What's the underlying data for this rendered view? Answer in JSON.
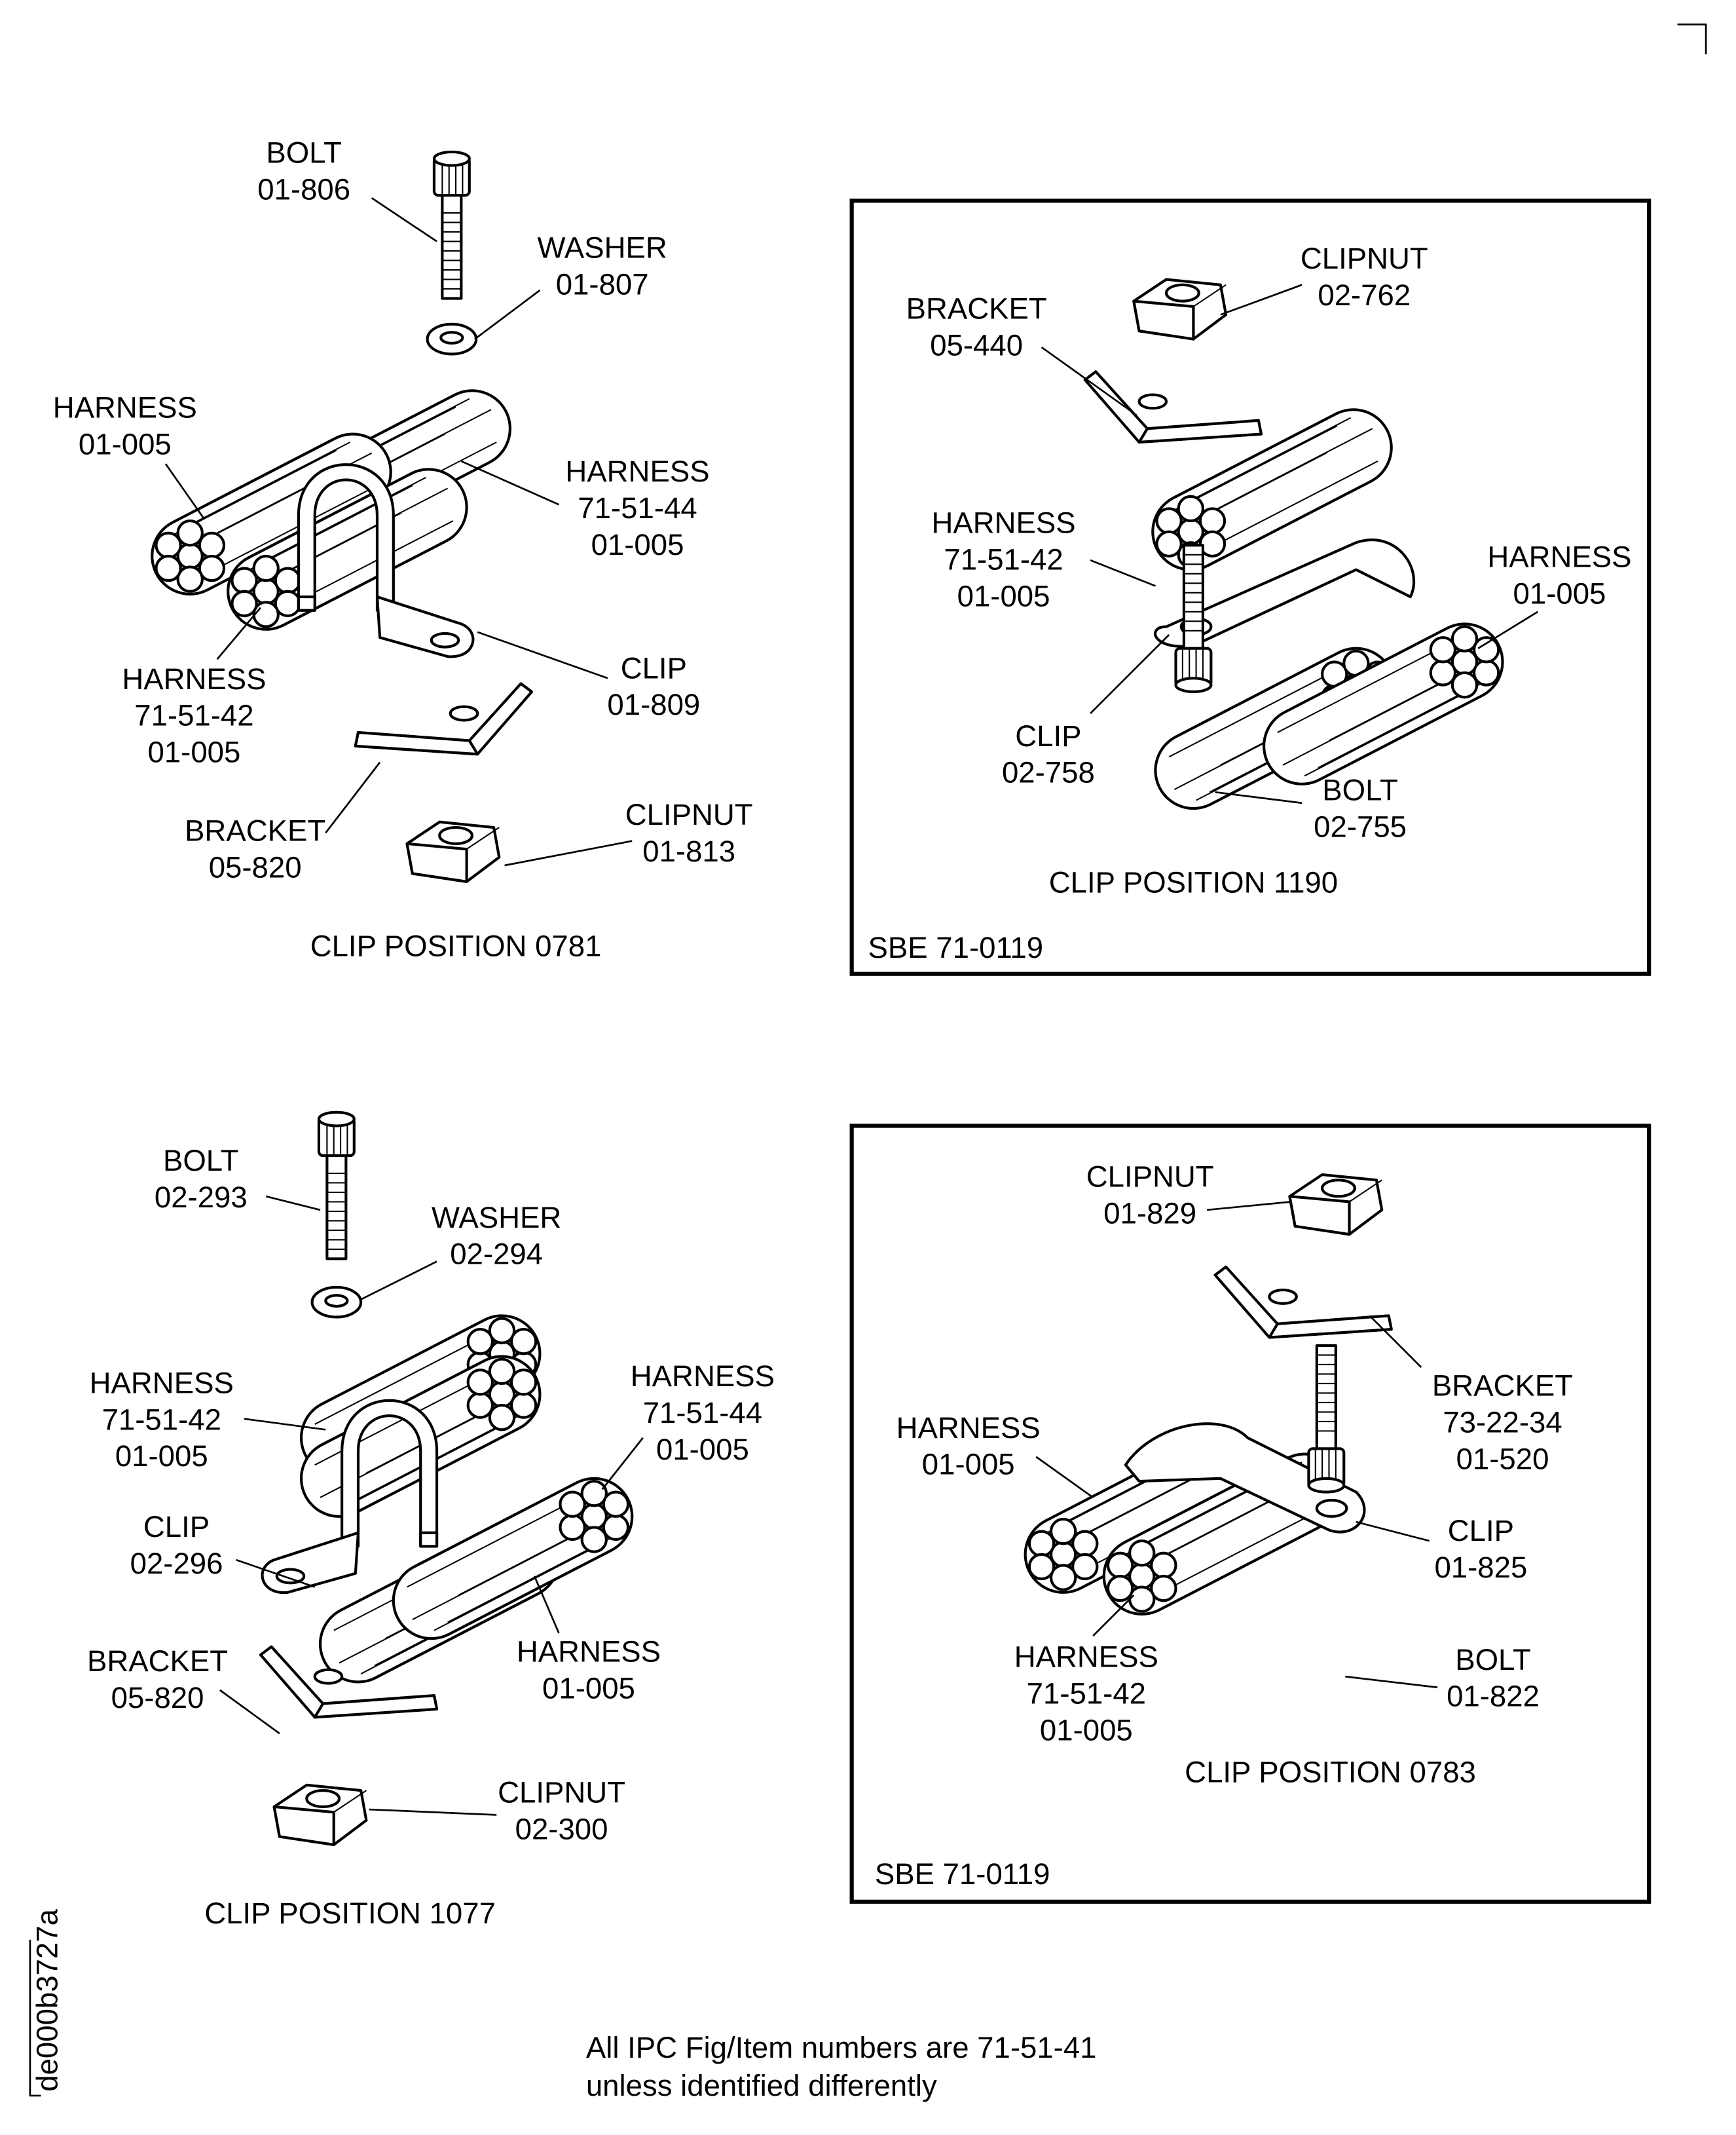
{
  "panels": [
    {
      "caption": "CLIP POSITION 0781",
      "labels": {
        "bolt": [
          "BOLT",
          "01-806"
        ],
        "washer": [
          "WASHER",
          "01-807"
        ],
        "harness_a": [
          "HARNESS",
          "01-005"
        ],
        "harness_b": [
          "HARNESS",
          "71-51-44",
          "01-005"
        ],
        "harness_c": [
          "HARNESS",
          "71-51-42",
          "01-005"
        ],
        "clip": [
          "CLIP",
          "01-809"
        ],
        "bracket": [
          "BRACKET",
          "05-820"
        ],
        "clipnut": [
          "CLIPNUT",
          "01-813"
        ]
      }
    },
    {
      "caption": "CLIP POSITION 1190",
      "sbe": "SBE 71-0119",
      "labels": {
        "clipnut": [
          "CLIPNUT",
          "02-762"
        ],
        "bracket": [
          "BRACKET",
          "05-440"
        ],
        "harness_a": [
          "HARNESS",
          "71-51-42",
          "01-005"
        ],
        "harness_b": [
          "HARNESS",
          "01-005"
        ],
        "clip": [
          "CLIP",
          "02-758"
        ],
        "bolt": [
          "BOLT",
          "02-755"
        ]
      }
    },
    {
      "caption": "CLIP POSITION 1077",
      "labels": {
        "bolt": [
          "BOLT",
          "02-293"
        ],
        "washer": [
          "WASHER",
          "02-294"
        ],
        "harness_a": [
          "HARNESS",
          "71-51-42",
          "01-005"
        ],
        "harness_b": [
          "HARNESS",
          "71-51-44",
          "01-005"
        ],
        "clip": [
          "CLIP",
          "02-296"
        ],
        "harness_c": [
          "HARNESS",
          "01-005"
        ],
        "bracket": [
          "BRACKET",
          "05-820"
        ],
        "clipnut": [
          "CLIPNUT",
          "02-300"
        ]
      }
    },
    {
      "caption": "CLIP POSITION 0783",
      "sbe": "SBE 71-0119",
      "labels": {
        "clipnut": [
          "CLIPNUT",
          "01-829"
        ],
        "bracket": [
          "BRACKET",
          "73-22-34",
          "01-520"
        ],
        "harness_a": [
          "HARNESS",
          "01-005"
        ],
        "clip": [
          "CLIP",
          "01-825"
        ],
        "harness_b": [
          "HARNESS",
          "71-51-42",
          "01-005"
        ],
        "bolt": [
          "BOLT",
          "01-822"
        ]
      }
    }
  ],
  "footnote": [
    "All IPC Fig/Item numbers are 71-51-41",
    "unless identified differently"
  ],
  "drawing_id": "de000b3727a"
}
